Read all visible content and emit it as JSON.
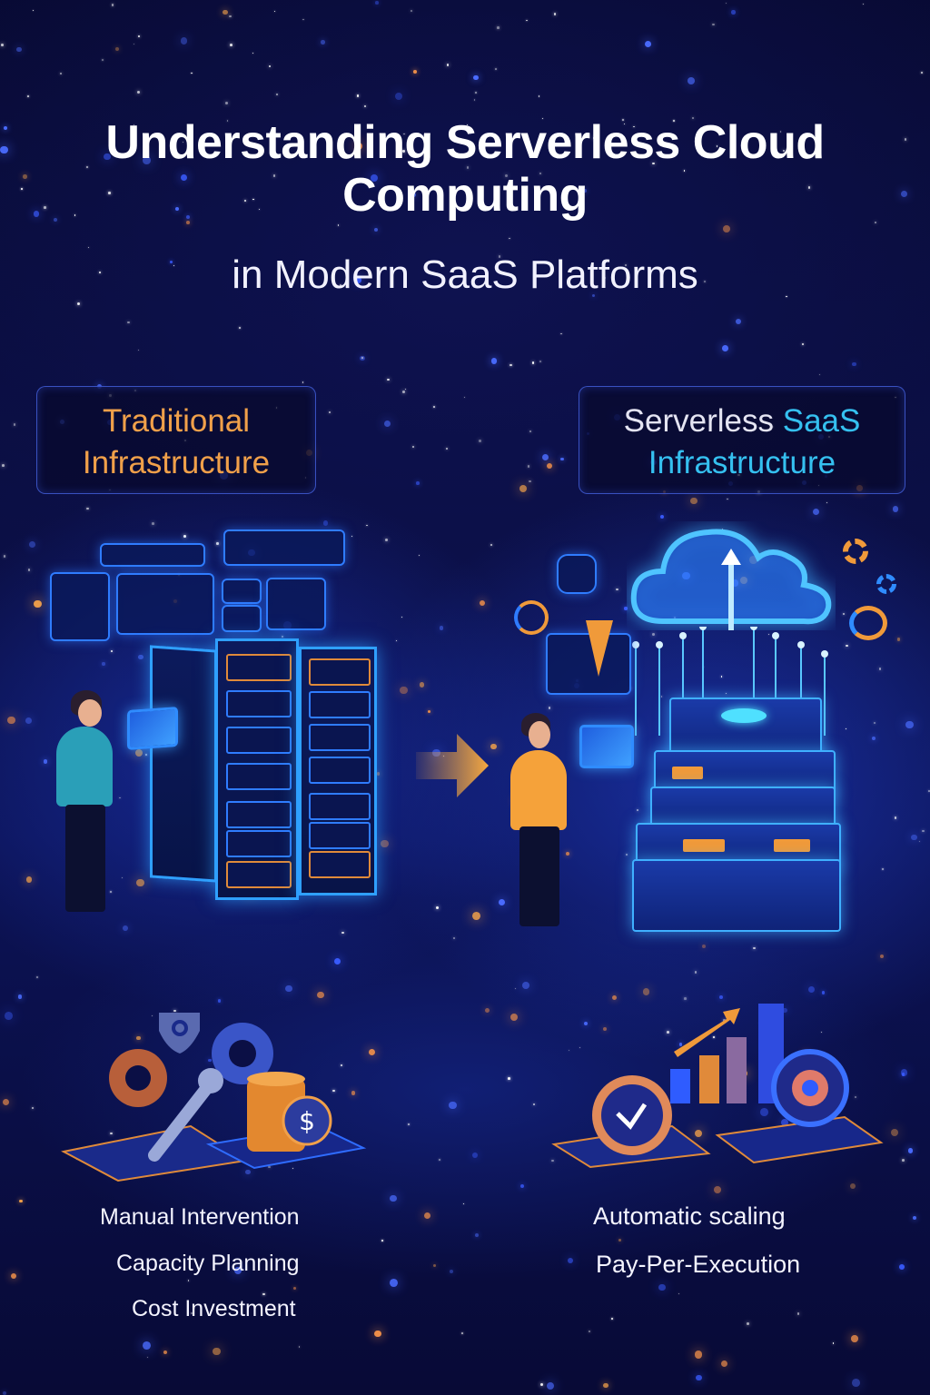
{
  "title": {
    "line1": "Understanding Serverless Cloud",
    "line2": "Computing",
    "subtitle": "in Modern SaaS Platforms"
  },
  "left_panel": {
    "label_line1": "Traditional",
    "label_line2": "Infrastructure",
    "label_color": "#f0a04a",
    "illustration": "person-with-tablet-at-server-racks",
    "icons": [
      "gear-icon",
      "shield-icon",
      "wrench-icon",
      "coin-stack-icon",
      "dollar-icon"
    ],
    "features": [
      "Manual Intervention",
      "Capacity Planning",
      "Cost Investment"
    ]
  },
  "right_panel": {
    "label_word1": "Serverless",
    "label_word2": "SaaS",
    "label_line2": "Infrastructure",
    "label_color_white": "#e4e4f2",
    "label_color_accent": "#35c0f0",
    "illustration": "person-with-tablet-at-cloud-server-stack",
    "icons": [
      "cloud-icon",
      "upload-arrow-icon",
      "bar-chart-icon",
      "gear-icon",
      "clock-icon",
      "gauge-icon"
    ],
    "features": [
      "Automatic scaling",
      "Pay-Per-Execution"
    ]
  },
  "transition_arrow": "arrow-right-icon",
  "colors": {
    "background": "#0b0f45",
    "accent_blue": "#2f7cff",
    "accent_cyan": "#35c0f0",
    "accent_orange": "#f0a04a"
  }
}
